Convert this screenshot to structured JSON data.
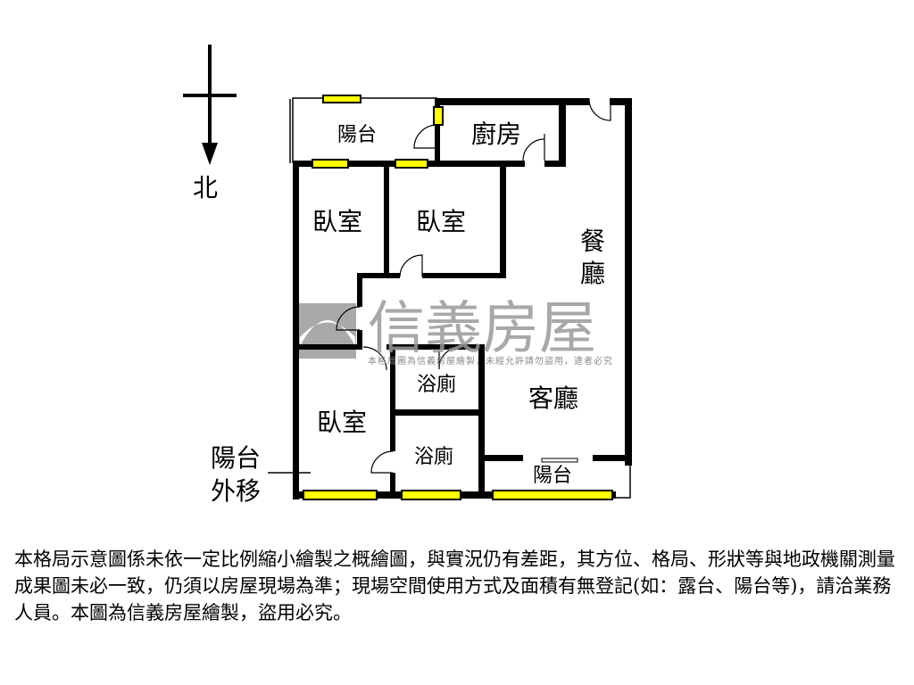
{
  "compass": {
    "label": "北"
  },
  "watermark": {
    "brand": "信義房屋",
    "notice": "本格局圖為信義房屋繪製，未經允許請勿盜用，違者必究",
    "color": "#9a9a9a"
  },
  "rooms": {
    "balcony_north": "陽台",
    "kitchen": "廚房",
    "bedroom_1": "臥室",
    "bedroom_2": "臥室",
    "dining_1": "餐",
    "dining_2": "廳",
    "bath_1": "浴廁",
    "living": "客廳",
    "bedroom_3": "臥室",
    "bath_2": "浴廁",
    "balcony_south": "陽台"
  },
  "annotation": {
    "line1": "陽台",
    "line2": "外移"
  },
  "colors": {
    "window": "#ffff00",
    "wall": "#000000"
  },
  "disclaimer": "本格局示意圖係未依一定比例縮小繪製之概繪圖，與實況仍有差距，其方位、格局、形狀等與地政機關測量成果圖未必一致，仍須以房屋現場為準；現場空間使用方式及面積有無登記(如：露台、陽台等)，請洽業務人員。本圖為信義房屋繪製，盜用必究。"
}
